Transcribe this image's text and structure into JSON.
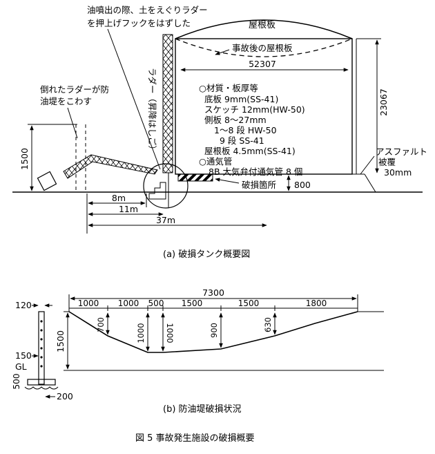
{
  "panel_a": {
    "callout_hook": [
      "油噴出の際、土をえぐりラダー",
      "を押上げフックをはずした"
    ],
    "callout_fallen": [
      "倒れたラダーが防",
      "油堤をこわす"
    ],
    "ladder_label": "ラダー（昇降はしご）",
    "roof_label": "屋根板",
    "roof_after": "事故後の屋根板",
    "diameter": "52307",
    "height": "23067",
    "spec_material": "○材質・板厚等",
    "spec_bottom": "底板 9mm(SS-41)",
    "spec_sketch": "スケッチ 12mm(HW-50)",
    "spec_side": "側板 8～27mm",
    "spec_side_1": "1～8 段 HW-50",
    "spec_side_2": "9 段 SS-41",
    "spec_roof": "屋根板 4.5mm(SS-41)",
    "spec_vent": "○通気管",
    "spec_vent_detail": "8B 大気弁付通気管 8 個",
    "asphalt": [
      "アスファルト",
      "被覆",
      "30mm"
    ],
    "damage_label": "破損箇所",
    "base_height": "800",
    "dike_height": "1500",
    "dist_8": "8m",
    "dist_11": "11m",
    "dist_37": "37m",
    "caption": "(a) 破損タンク概要図"
  },
  "panel_b": {
    "total_width": "7300",
    "top_segments": [
      "1000",
      "1000",
      "500",
      "1500",
      "1500",
      "1800"
    ],
    "depths": [
      "700",
      "1000",
      "1000",
      "900",
      "630"
    ],
    "height_1500": "1500",
    "wall_120": "120",
    "wall_150": "150",
    "gl": "GL",
    "wall_500": "500",
    "wall_200": "200",
    "caption": "(b) 防油堤破損状況"
  },
  "figure_caption": "図 5 事故発生施設の破損概要"
}
